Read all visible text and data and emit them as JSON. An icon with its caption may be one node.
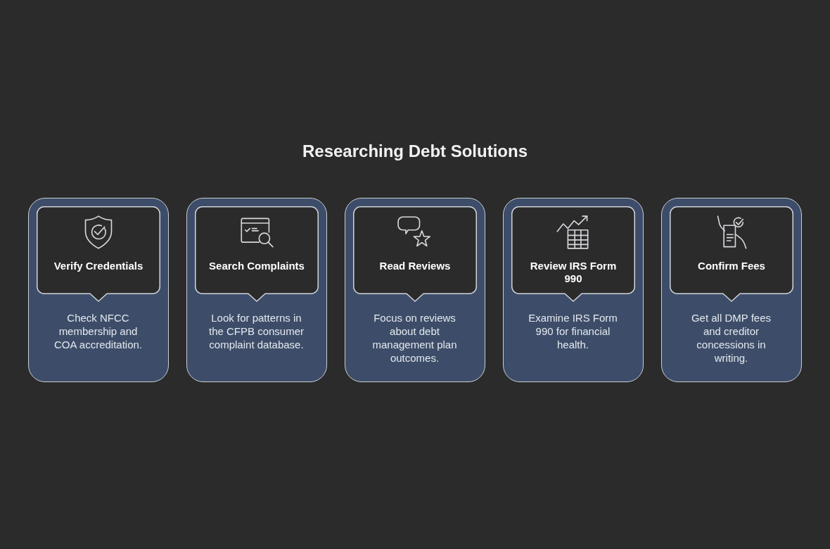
{
  "diagram": {
    "title": "Researching Debt Solutions",
    "nodes": [
      {
        "text": [
          "Check NFCC membership and COA accreditation."
        ]
      },
      {
        "text": [
          "Verify Credentials"
        ],
        "in": 0
      },
      {
        "text": [
          "Look for patterns in the CFPB consumer complaint database."
        ]
      },
      {
        "text": [
          "Search Complaints"
        ],
        "in": 2
      },
      {
        "text": [
          "Focus on reviews about debt management plan outcomes."
        ]
      },
      {
        "text": [
          "Read Reviews"
        ],
        "in": 4
      },
      {
        "text": [
          "Examine IRS Form 990 for financial health."
        ]
      },
      {
        "text": [
          "Review IRS Form 990"
        ],
        "in": 6
      },
      {
        "text": [
          "Get all DMP fees and creditor concessions in writing."
        ]
      },
      {
        "text": [
          "Confirm Fees"
        ],
        "in": 8
      }
    ]
  }
}
